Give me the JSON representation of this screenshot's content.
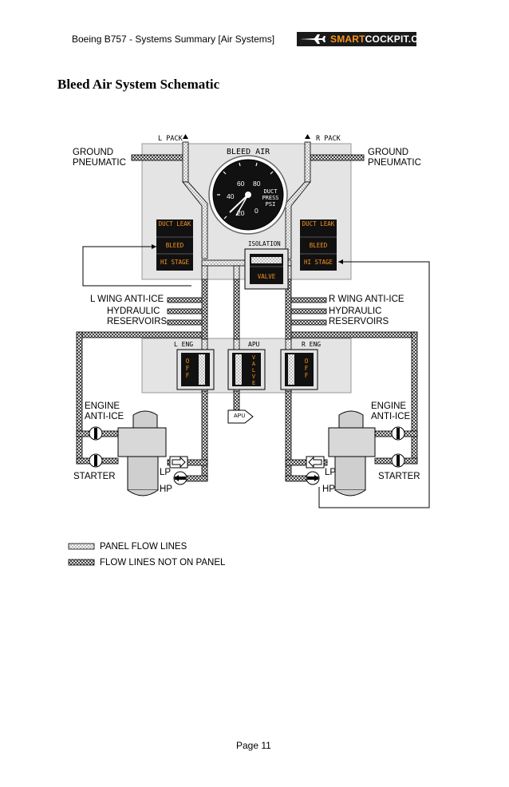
{
  "header": {
    "doc_title": "Boeing B757 - Systems Summary [Air Systems]",
    "brand_smart": "SMART",
    "brand_cockpit": "COCKPIT.COM",
    "brand_color_smart": "#f7941d",
    "brand_color_cockpit": "#ffffff",
    "brand_bg": "#1a1a1a"
  },
  "page_title": "Bleed Air System Schematic",
  "panel": {
    "l_pack": "L PACK",
    "r_pack": "R PACK",
    "bleed_air": "BLEED AIR",
    "isolation": "ISOLATION",
    "valve": "VALVE",
    "l_eng": "L ENG",
    "apu": "APU",
    "r_eng": "R ENG",
    "duct_leak": "DUCT LEAK",
    "bleed": "BLEED",
    "hi_stage": "HI STAGE",
    "off": "OFF",
    "valve_vertical": "VALVE",
    "apu_unit": "APU"
  },
  "gauge": {
    "ticks": [
      "0",
      "20",
      "40",
      "60",
      "80"
    ],
    "label": "DUCT PRESS PSI"
  },
  "labels": {
    "ground_pneumatic_left": "GROUND PNEUMATIC",
    "ground_pneumatic_right": "GROUND PNEUMATIC",
    "l_wing_anti_ice": "L WING ANTI-ICE",
    "r_wing_anti_ice": "R WING ANTI-ICE",
    "hydraulic_reservoirs_left": "HYDRAULIC RESERVOIRS",
    "hydraulic_reservoirs_right": "HYDRAULIC RESERVOIRS",
    "engine_anti_ice_left": "ENGINE ANTI-ICE",
    "engine_anti_ice_right": "ENGINE ANTI-ICE",
    "starter_left": "STARTER",
    "starter_right": "STARTER",
    "lp_left": "LP",
    "hp_left": "HP",
    "lp_right": "LP",
    "hp_right": "HP"
  },
  "legend": {
    "panel_flow": "PANEL FLOW LINES",
    "not_on_panel": "FLOW LINES NOT ON PANEL"
  },
  "colors": {
    "panel_bg": "#e4e4e4",
    "annunciator_text": "#f7941d",
    "switch_bg": "#111111"
  },
  "footer": {
    "page": "Page 11"
  }
}
